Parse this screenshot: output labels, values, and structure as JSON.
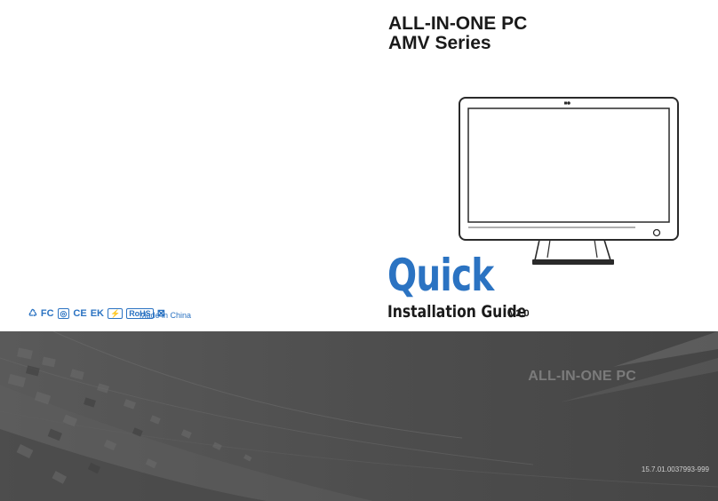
{
  "cover": {
    "product_title": "ALL-IN-ONE PC",
    "series": "AMV Series",
    "quick": "Quick",
    "guide": "Installation Guide",
    "version": "V2.0"
  },
  "certifications": {
    "marks": [
      "FC",
      "CE",
      "EK",
      "RoHS"
    ],
    "made_in": "Made in China"
  },
  "band": {
    "title": "ALL-IN-ONE PC",
    "part_number": "15.7.01.0037993-999"
  },
  "colors": {
    "accent": "#2b73c2",
    "band": "#4f4f4f"
  }
}
